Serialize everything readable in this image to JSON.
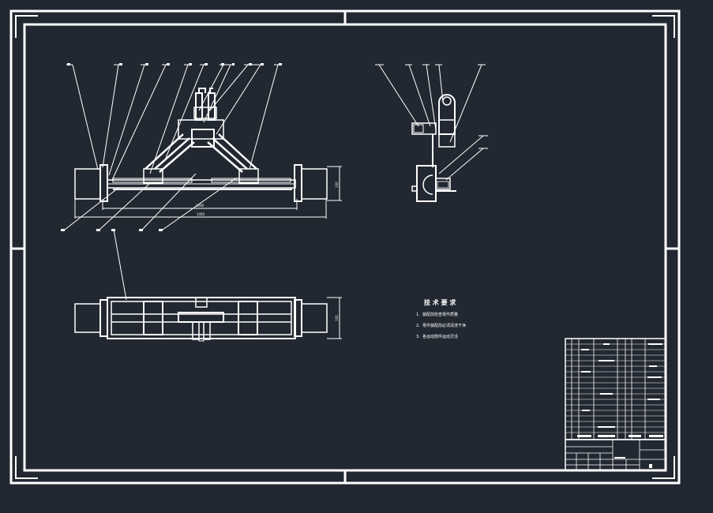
{
  "drawing": {
    "background_color": "#222831",
    "line_color": "#ffffff"
  },
  "front_view": {
    "dimensions": {
      "height": "330",
      "width_inner": "1200",
      "width_total": "1450"
    }
  },
  "plan_view": {
    "dimensions": {
      "height": "330"
    }
  },
  "technical_requirements": {
    "title": "技 术 要 求",
    "items": [
      {
        "num": "1.",
        "text": "装配前检查零件质量"
      },
      {
        "num": "2.",
        "text": "零件装配前必须清洗干净"
      },
      {
        "num": "3.",
        "text": "各运动部件运动灵活"
      }
    ]
  }
}
